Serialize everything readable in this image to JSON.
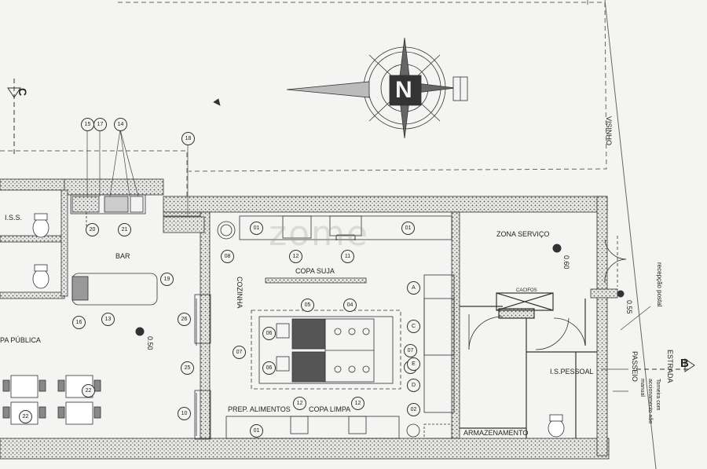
{
  "rooms": {
    "iss": "I.S.S.",
    "bar": "BAR",
    "zona_publica": "PA PÚBLICA",
    "copa_suja": "COPA SUJA",
    "cozinha": "COZINHA",
    "zona_servico": "ZONA SERVIÇO",
    "cacifos": "CACIFOS",
    "is_pessoal": "I.S.PESSOAL",
    "prep_alimentos": "PREP. ALIMENTOS",
    "copa_limpa": "COPA LIMPA",
    "armazenamento": "ARMAZENAMENTO"
  },
  "outside": {
    "visinho": "VISINHO",
    "passeio": "PASSEIO",
    "estrada": "ESTRADA",
    "recepcao_postal": "recepção postal",
    "torneira": "Torneira com accionamento não manual"
  },
  "section_marks": {
    "c": "C",
    "b": "B"
  },
  "dimensions": {
    "d050": "0.50",
    "d060": "0.60",
    "d055": "0.55"
  },
  "north": "N",
  "watermark": "zome",
  "equipment_tags": {
    "t15": "15",
    "t17": "17",
    "t14": "14",
    "t18": "18",
    "t20": "20",
    "t21": "21",
    "t19": "19",
    "t16": "16",
    "t13": "13",
    "t26": "26",
    "t25": "25",
    "t10": "10",
    "t22a": "22",
    "t22b": "22",
    "t08": "08",
    "t01a": "01",
    "t12a": "12",
    "t11": "11",
    "t01b": "01",
    "t05": "05",
    "t04": "04",
    "t06a": "06",
    "t06b": "06",
    "t07a": "07",
    "t07b": "07",
    "t03": "03",
    "ta": "A",
    "tc": "C",
    "te": "E",
    "td": "D",
    "t02": "02",
    "t12b": "12",
    "t12c": "12",
    "t01c": "01"
  }
}
